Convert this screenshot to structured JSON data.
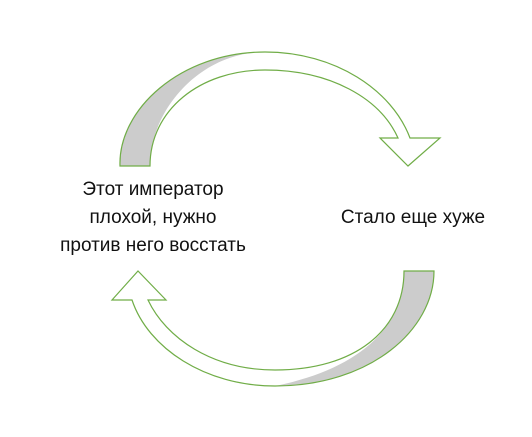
{
  "diagram": {
    "left_node": {
      "lines": [
        "Этот император",
        "плохой, нужно",
        "против него восстать"
      ]
    },
    "right_node": {
      "text": "Стало еще хуже"
    }
  },
  "colors": {
    "arrow_stroke": "#70ad47",
    "arrow_fill": "#cccccc",
    "background": "#ffffff",
    "text": "#111111"
  }
}
